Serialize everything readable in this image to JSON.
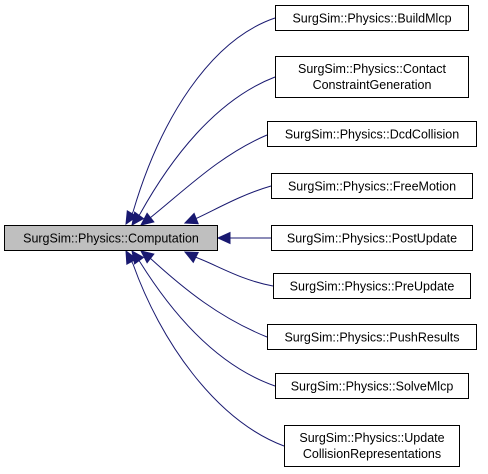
{
  "root": {
    "label": "SurgSim::Physics::Computation",
    "fill": "#bfbfbf"
  },
  "derived": [
    {
      "lines": [
        "SurgSim::Physics::BuildMlcp"
      ]
    },
    {
      "lines": [
        "SurgSim::Physics::Contact",
        "ConstraintGeneration"
      ]
    },
    {
      "lines": [
        "SurgSim::Physics::DcdCollision"
      ]
    },
    {
      "lines": [
        "SurgSim::Physics::FreeMotion"
      ]
    },
    {
      "lines": [
        "SurgSim::Physics::PostUpdate"
      ]
    },
    {
      "lines": [
        "SurgSim::Physics::PreUpdate"
      ]
    },
    {
      "lines": [
        "SurgSim::Physics::PushResults"
      ]
    },
    {
      "lines": [
        "SurgSim::Physics::SolveMlcp"
      ]
    },
    {
      "lines": [
        "SurgSim::Physics::Update",
        "CollisionRepresentations"
      ]
    }
  ],
  "colors": {
    "edge": "#191970",
    "box_border": "#000000",
    "box_fill": "#ffffff"
  }
}
